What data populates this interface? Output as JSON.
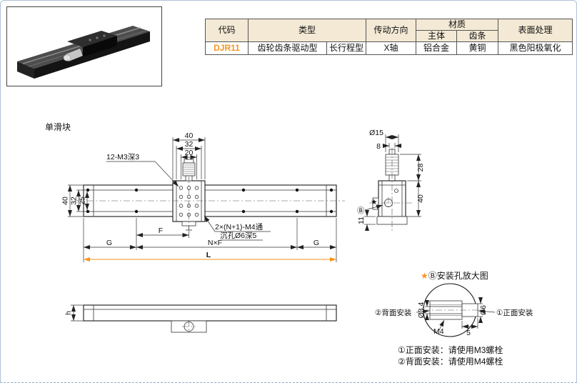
{
  "accent": "#f7941d",
  "table": {
    "h_code": "代码",
    "h_type": "类型",
    "h_direction": "传动方向",
    "h_material": "材质",
    "h_body": "主体",
    "h_rack": "齿条",
    "h_surface": "表面处理",
    "code": "DJR11",
    "type_main": "齿轮齿条驱动型",
    "type_sub": "长行程型",
    "direction": "X轴",
    "material_body": "铝合金",
    "material_rack": "黄铜",
    "surface": "黑色阳极氧化"
  },
  "drawing": {
    "single_slider": "单滑块",
    "front": {
      "d40t": "40",
      "d32t": "32",
      "d20t": "20",
      "holes": "12-M3深3",
      "d40l": "40",
      "d32l": "32",
      "d25l": "25",
      "f": "F",
      "g1": "G",
      "nxf": "N×F",
      "g2": "G",
      "l": "L",
      "cb1": "2×(N+1)-M4通",
      "cb2": "沉孔Ø6深5"
    },
    "side": {
      "d15": "Ø15",
      "d8": "8",
      "d28": "28",
      "d40": "40",
      "d11": "11",
      "b": "Ⓑ",
      "star": "★"
    },
    "bottom": {
      "h": "h"
    },
    "detail": {
      "star": "★",
      "title": "Ⓑ安装孔放大图",
      "d34": "Ø3.4",
      "d6": "Ø6",
      "m4": "M4",
      "d5": "5",
      "back": "②背面安装",
      "front": "①正面安装"
    },
    "notes": {
      "n1": "①正面安装：请使用M3螺栓",
      "n2": "②背面安装：请使用M4螺栓"
    }
  }
}
